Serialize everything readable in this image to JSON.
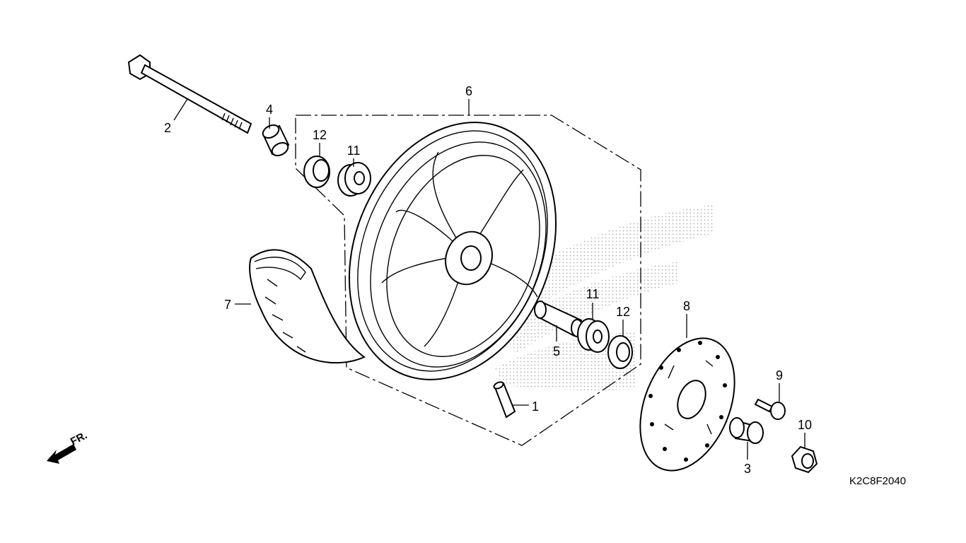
{
  "diagram": {
    "callouts": [
      "1",
      "2",
      "3",
      "4",
      "5",
      "6",
      "7",
      "8",
      "9",
      "10",
      "11",
      "12"
    ],
    "labels": {
      "p1": "1",
      "p2": "2",
      "p3": "3",
      "p4": "4",
      "p5": "5",
      "p6": "6",
      "p7": "7",
      "p8": "8",
      "p9": "9",
      "p10": "10",
      "p11a": "11",
      "p11b": "11",
      "p12a": "12",
      "p12b": "12"
    },
    "direction_label": "FR.",
    "diagram_code": "K2C8F2040"
  }
}
